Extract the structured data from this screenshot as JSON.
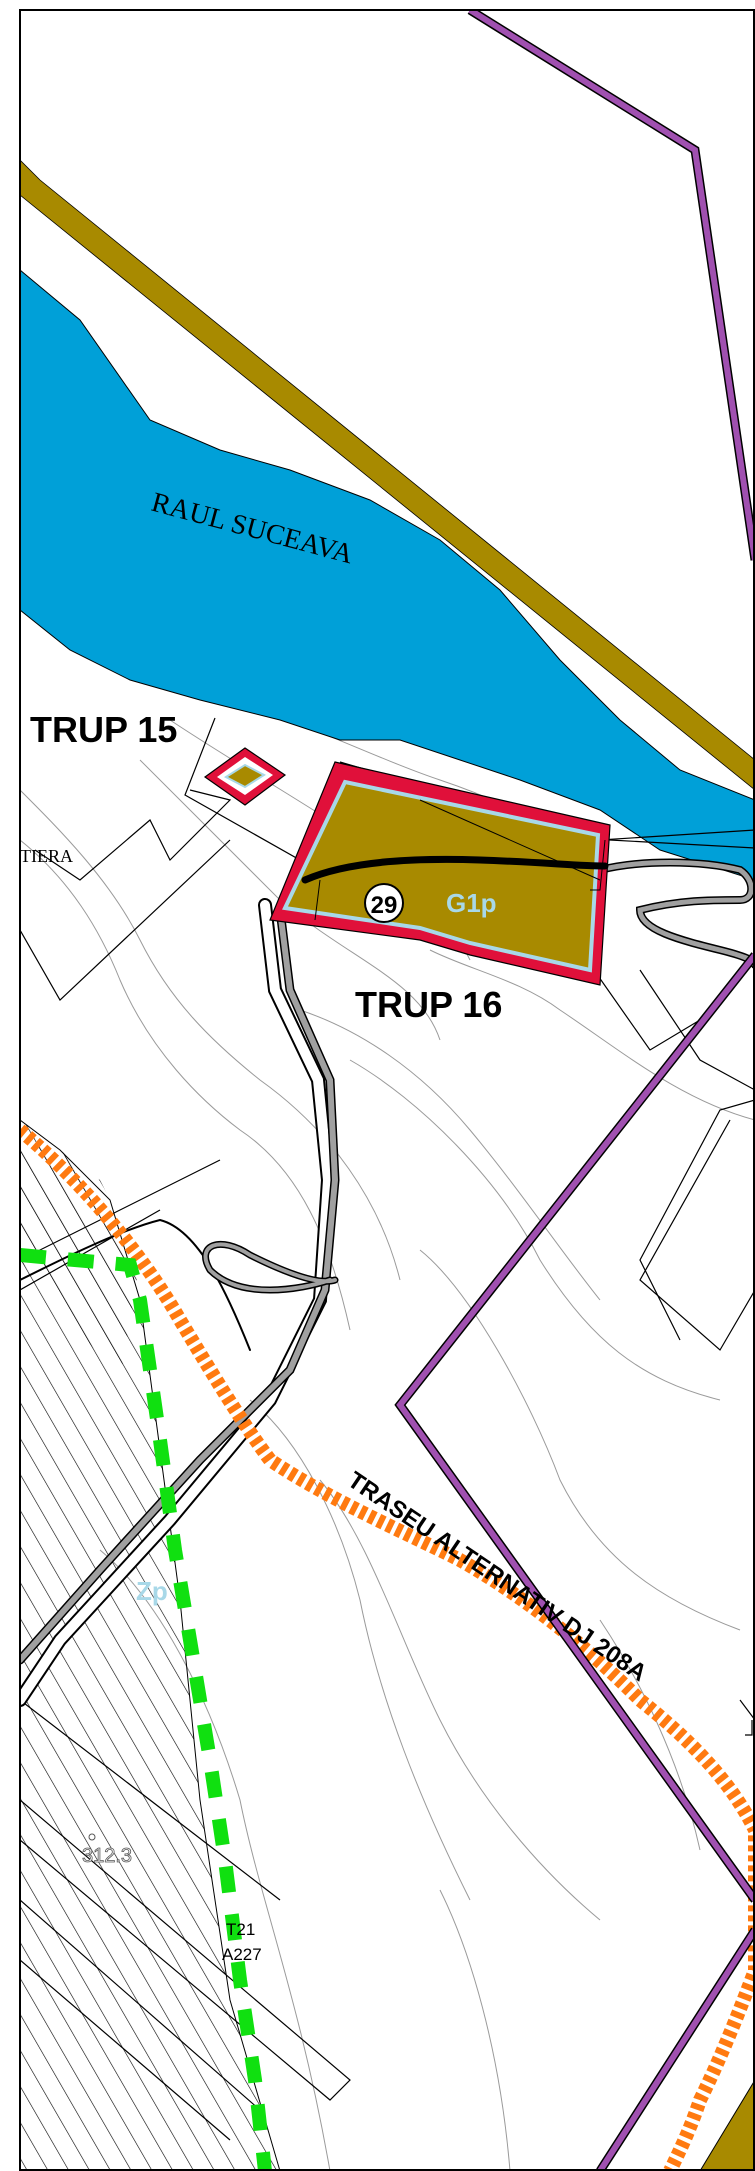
{
  "map": {
    "river_label": "RAUL SUCEAVA",
    "trup_15_label": "TRUP 15",
    "trup_16_label": "TRUP 16",
    "partial_label": "TIERA",
    "zone_number": "29",
    "zone_code": "G1p",
    "green_zone_code": "Zp",
    "route_label": "TRASEU ALTERNATIV DJ 208A",
    "elevation_label": "312.3",
    "parcel_label_line1": "T21",
    "parcel_label_line2": "A227"
  },
  "colors": {
    "river": "#00a0d8",
    "olive": "#a88a00",
    "boundary_red": "#e0103a",
    "inner_outline": "#a8d8e8",
    "purple_boundary": "#a050b0",
    "orange_route": "#ff7a10",
    "green_dashed": "#10e010",
    "grey_road": "#a0a0a0",
    "zone_label_text": "#a8d8e8"
  }
}
